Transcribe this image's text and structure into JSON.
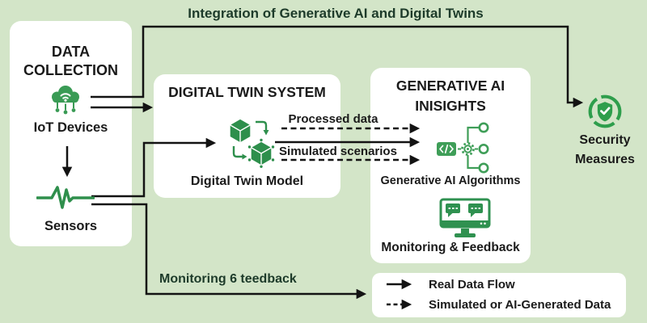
{
  "header": {
    "title": "Integration of Generative AI and Digital Twins"
  },
  "data_collection": {
    "title_line1": "DATA",
    "title_line2": "COLLECTION",
    "iot_label": "IoT Devices",
    "sensors_label": "Sensors"
  },
  "digital_twin": {
    "title": "DIGITAL TWIN SYSTEM",
    "model_label": "Digital Twin Model"
  },
  "generative_ai": {
    "title_line1": "GENERATIVE AI",
    "title_line2": "INISIGHTS",
    "algorithms_label": "Generative AI Algorithms",
    "monitoring_label": "Monitoring & Feedback"
  },
  "security": {
    "label_line1": "Security",
    "label_line2": "Measures"
  },
  "flow_labels": {
    "processed": "Processed data",
    "simulated": "Simulated scenarios",
    "monitoring": "Monitoring 6 teedback"
  },
  "legend": {
    "real": "Real Data Flow",
    "simulated": "Simulated or AI-Generated Data"
  },
  "colors": {
    "background": "#d3e5c8",
    "panel": "#ffffff",
    "accent_green": "#32954e",
    "line_black": "#131313",
    "title_green": "#1d3b2a"
  }
}
